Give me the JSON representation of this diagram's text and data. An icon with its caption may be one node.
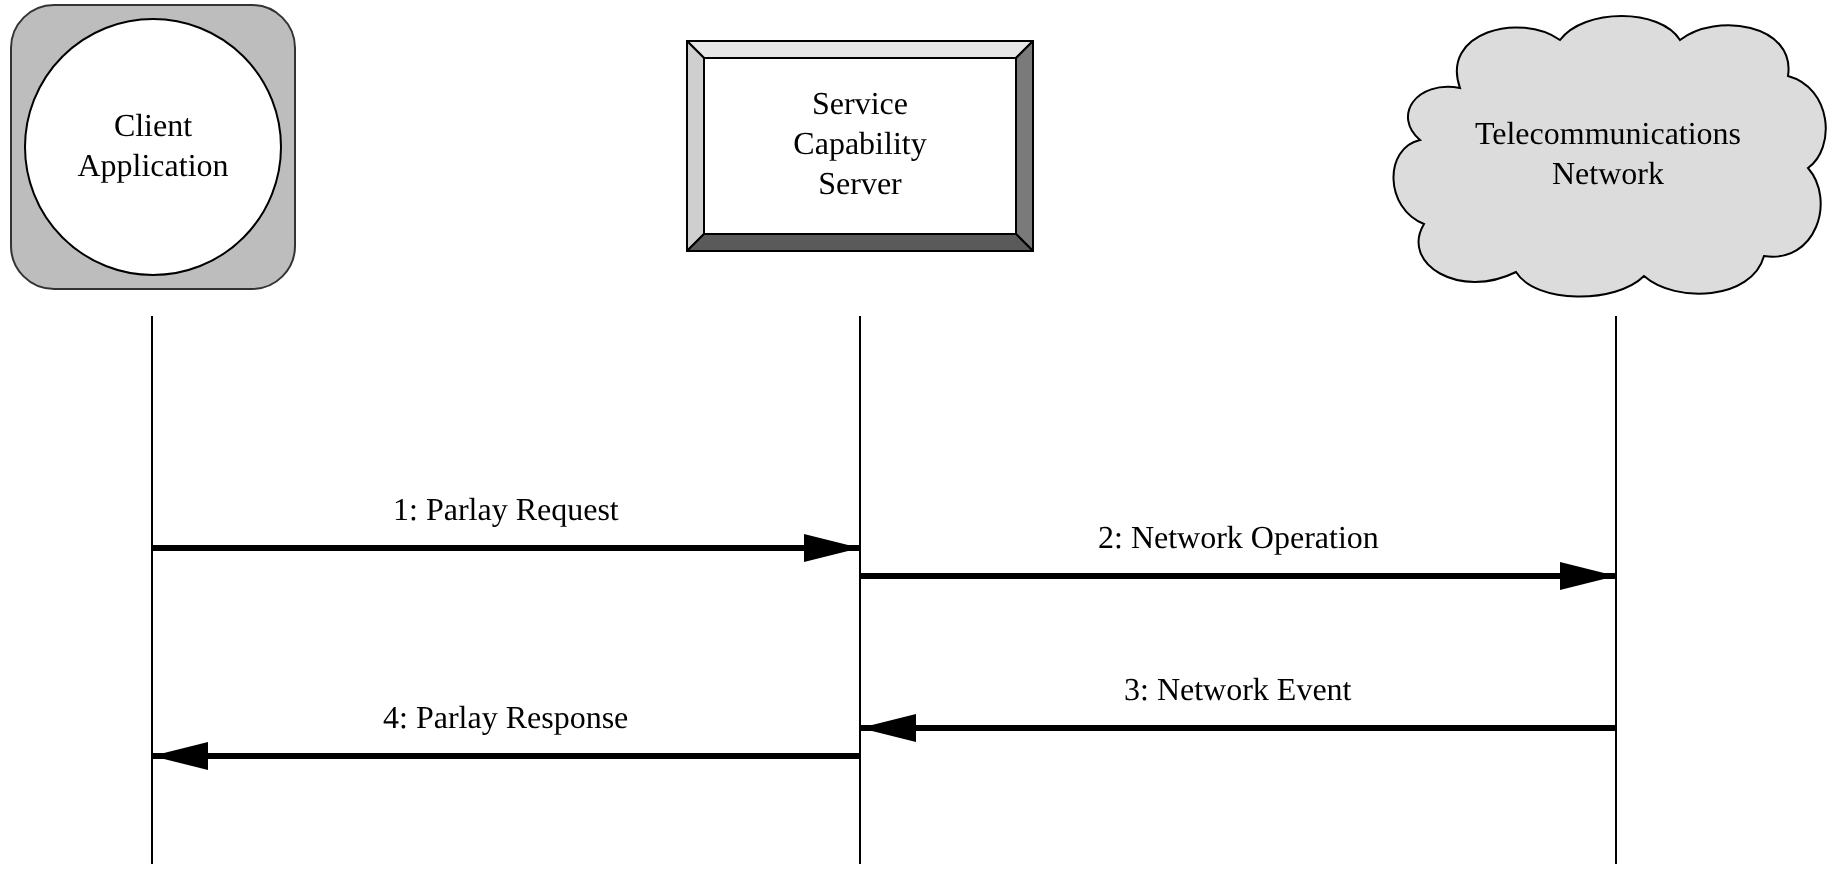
{
  "diagram": {
    "nodes": [
      {
        "text": [
          "Client Application"
        ]
      },
      {
        "text": [
          "Service Capability Server"
        ]
      },
      {
        "text": [
          "Telecommunications Network"
        ]
      }
    ],
    "edges": [
      {
        "from": 0,
        "to": 1,
        "arrow": "to",
        "label": "1: Parlay Request"
      },
      {
        "from": 1,
        "to": 2,
        "arrow": "to",
        "label": "2: Network Operation"
      },
      {
        "from": 2,
        "to": 1,
        "arrow": "to",
        "label": "3: Network Event"
      },
      {
        "from": 1,
        "to": 0,
        "arrow": "to",
        "label": "4: Parlay Response"
      }
    ]
  }
}
